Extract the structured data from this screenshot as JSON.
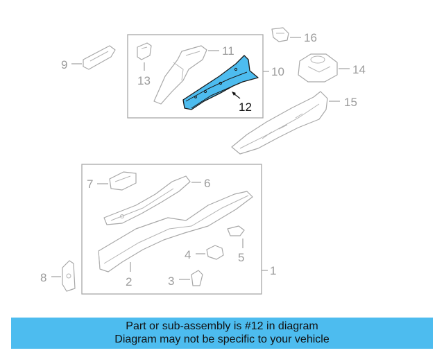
{
  "diagram": {
    "highlighted_part": "12",
    "callouts": {
      "c1": "1",
      "c2": "2",
      "c3": "3",
      "c4": "4",
      "c5": "5",
      "c6": "6",
      "c7": "7",
      "c8": "8",
      "c9": "9",
      "c10": "10",
      "c11": "11",
      "c12": "12",
      "c13": "13",
      "c14": "14",
      "c15": "15",
      "c16": "16"
    }
  },
  "footer": {
    "line1": "Part or sub-assembly is #12 in diagram",
    "line2": "Diagram may not be specific to your vehicle"
  },
  "colors": {
    "highlight": "#4dbcef",
    "line": "#a8a8a8",
    "callout_text": "#9b9b9b"
  }
}
